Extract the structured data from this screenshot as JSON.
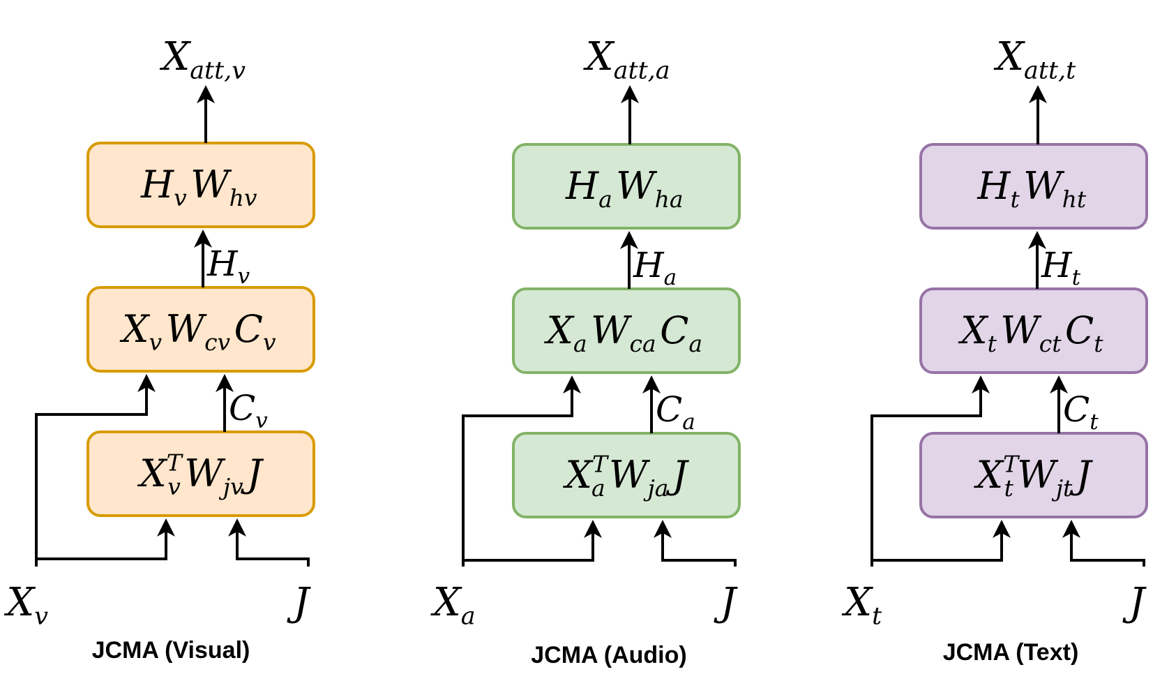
{
  "panels": [
    {
      "key": "visual",
      "caption": "JCMA (Visual)",
      "colors": {
        "fill": "#ffe6cc",
        "stroke": "#d79b00"
      },
      "output": {
        "base": "X",
        "sub": "att,v"
      },
      "box_top": [
        {
          "base": "H",
          "sub": "v"
        },
        {
          "base": "W",
          "sub": "hv"
        }
      ],
      "label_h": {
        "base": "H",
        "sub": "v"
      },
      "box_mid": [
        {
          "base": "X",
          "sub": "v"
        },
        {
          "base": "W",
          "sub": "cv"
        },
        {
          "base": "C",
          "sub": "v"
        }
      ],
      "label_c": {
        "base": "C",
        "sub": "v"
      },
      "box_bot": [
        {
          "base": "X",
          "sub": "v",
          "sup": "T"
        },
        {
          "base": "W",
          "sub": "jv"
        },
        {
          "base": "J"
        }
      ],
      "input_x": {
        "base": "X",
        "sub": "v"
      },
      "input_j": {
        "base": "J"
      }
    },
    {
      "key": "audio",
      "caption": "JCMA (Audio)",
      "colors": {
        "fill": "#d5e8d4",
        "stroke": "#82b366"
      },
      "output": {
        "base": "X",
        "sub": "att,a"
      },
      "box_top": [
        {
          "base": "H",
          "sub": "a"
        },
        {
          "base": "W",
          "sub": "ha"
        }
      ],
      "label_h": {
        "base": "H",
        "sub": "a"
      },
      "box_mid": [
        {
          "base": "X",
          "sub": "a"
        },
        {
          "base": "W",
          "sub": "ca"
        },
        {
          "base": "C",
          "sub": "a"
        }
      ],
      "label_c": {
        "base": "C",
        "sub": "a"
      },
      "box_bot": [
        {
          "base": "X",
          "sub": "a",
          "sup": "T"
        },
        {
          "base": "W",
          "sub": "ja"
        },
        {
          "base": "J"
        }
      ],
      "input_x": {
        "base": "X",
        "sub": "a"
      },
      "input_j": {
        "base": "J"
      }
    },
    {
      "key": "text",
      "caption": "JCMA (Text)",
      "colors": {
        "fill": "#e1d5e7",
        "stroke": "#9673a6"
      },
      "output": {
        "base": "X",
        "sub": "att,t"
      },
      "box_top": [
        {
          "base": "H",
          "sub": "t"
        },
        {
          "base": "W",
          "sub": "ht"
        }
      ],
      "label_h": {
        "base": "H",
        "sub": "t"
      },
      "box_mid": [
        {
          "base": "X",
          "sub": "t"
        },
        {
          "base": "W",
          "sub": "ct"
        },
        {
          "base": "C",
          "sub": "t"
        }
      ],
      "label_c": {
        "base": "C",
        "sub": "t"
      },
      "box_bot": [
        {
          "base": "X",
          "sub": "t",
          "sup": "T"
        },
        {
          "base": "W",
          "sub": "jt"
        },
        {
          "base": "J"
        }
      ],
      "input_x": {
        "base": "X",
        "sub": "t"
      },
      "input_j": {
        "base": "J"
      }
    }
  ]
}
